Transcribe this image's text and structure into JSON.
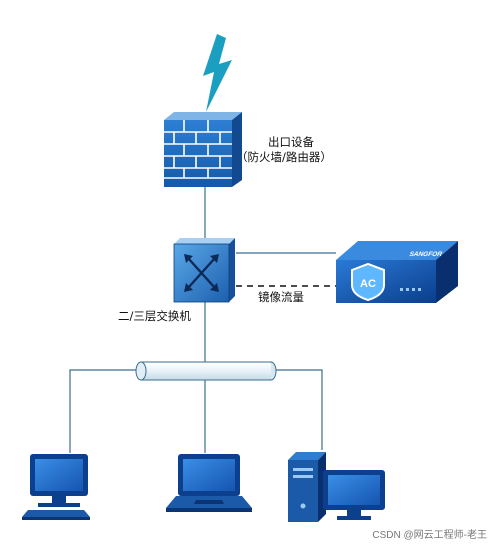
{
  "labels": {
    "egress_line1": "出口设备",
    "egress_line2": "（防火墙/路由器）",
    "switch": "二/三层交换机",
    "mirror": "镜像流量",
    "ac_badge": "AC",
    "brand": "SANGFOR"
  },
  "watermark": "CSDN @网云工程师-老王",
  "colors": {
    "device_blue": "#1b6fc4",
    "device_dark": "#0d3f8f",
    "line": "#3c6e8f",
    "lightning": "#1a9fc0"
  },
  "icons": {
    "internet": "lightning-icon",
    "firewall": "brick-wall-icon",
    "switch": "switch-icon",
    "ac": "sangfor-ac-appliance-icon",
    "bus": "network-bus-cylinder",
    "clients": [
      "desktop-pc-icon",
      "laptop-icon",
      "workstation-icon"
    ]
  }
}
